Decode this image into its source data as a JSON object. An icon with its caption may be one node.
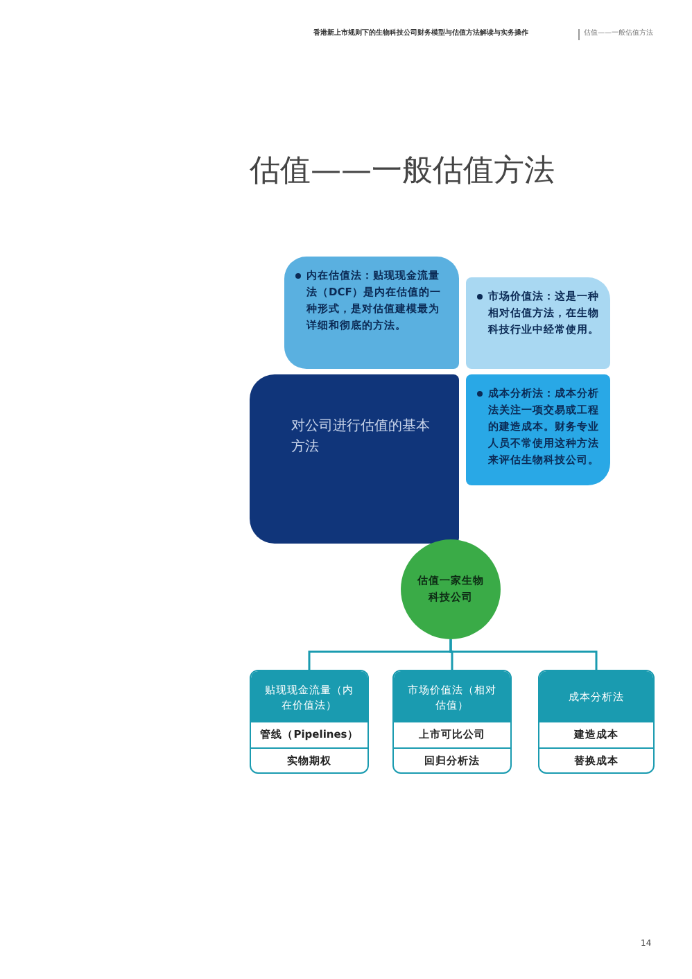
{
  "diagram": {
    "title": "估值——一般估值方法",
    "nodes": [
      {
        "text": [
          "内在估值法：贴现现金流量法（DCF）是内在估值的一种形式，是对估值建模最为详细和彻底的方法。"
        ]
      },
      {
        "text": [
          "市场价值法：这是一种相对估值方法，在生物科技行业中经常使用。"
        ]
      },
      {
        "text": [
          "对公司进行估值的基本方法"
        ]
      },
      {
        "text": [
          "成本分析法：成本分析法关注一项交易或工程的建造成本。财务专业人员不常使用这种方法来评估生物科技公司。"
        ]
      },
      {
        "text": [
          "估值一家生物科技公司"
        ]
      },
      {
        "text": [
          "贴现现金流量（内在价值法）"
        ]
      },
      {
        "text": [
          "管线（Pipelines）"
        ],
        "in": 5
      },
      {
        "text": [
          "实物期权"
        ],
        "in": 5
      },
      {
        "text": [
          "市场价值法（相对估值）"
        ]
      },
      {
        "text": [
          "上市可比公司"
        ],
        "in": 8
      },
      {
        "text": [
          "回归分析法"
        ],
        "in": 8
      },
      {
        "text": [
          "成本分析法"
        ]
      },
      {
        "text": [
          "建造成本"
        ],
        "in": 11
      },
      {
        "text": [
          "替换成本"
        ],
        "in": 11
      }
    ],
    "edges": [
      {
        "from": 4,
        "to": 5,
        "arrow": "none"
      },
      {
        "from": 4,
        "to": 8,
        "arrow": "none"
      },
      {
        "from": 4,
        "to": 11,
        "arrow": "none"
      }
    ],
    "labels": [
      "香港新上市规则下的生物科技公司财务模型与估值方法解读与实务操作",
      "估值——一般估值方法",
      "14"
    ]
  }
}
